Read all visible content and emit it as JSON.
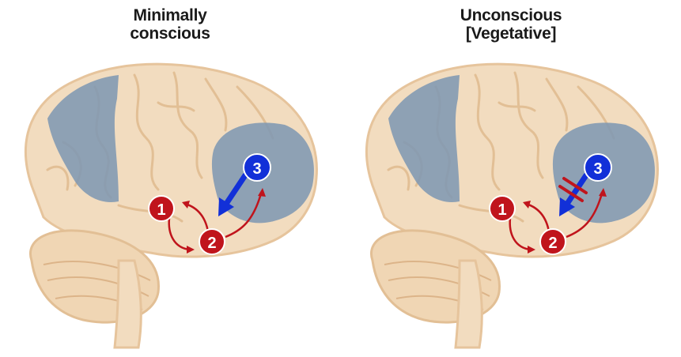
{
  "panels": [
    {
      "title_line1": "Minimally",
      "title_line2": "conscious",
      "markers": [
        "1",
        "2",
        "3"
      ],
      "pathway_3_to_2": "intact"
    },
    {
      "title_line1": "Unconscious",
      "title_line2": "[Vegetative]",
      "markers": [
        "1",
        "2",
        "3"
      ],
      "pathway_3_to_2": "blocked"
    }
  ],
  "colors": {
    "brain_fill": "#f2dcbf",
    "brain_outline": "#e6c49c",
    "highlight_region": "#7f98b3",
    "red_marker": "#c0141c",
    "blue_marker": "#1230d8"
  }
}
